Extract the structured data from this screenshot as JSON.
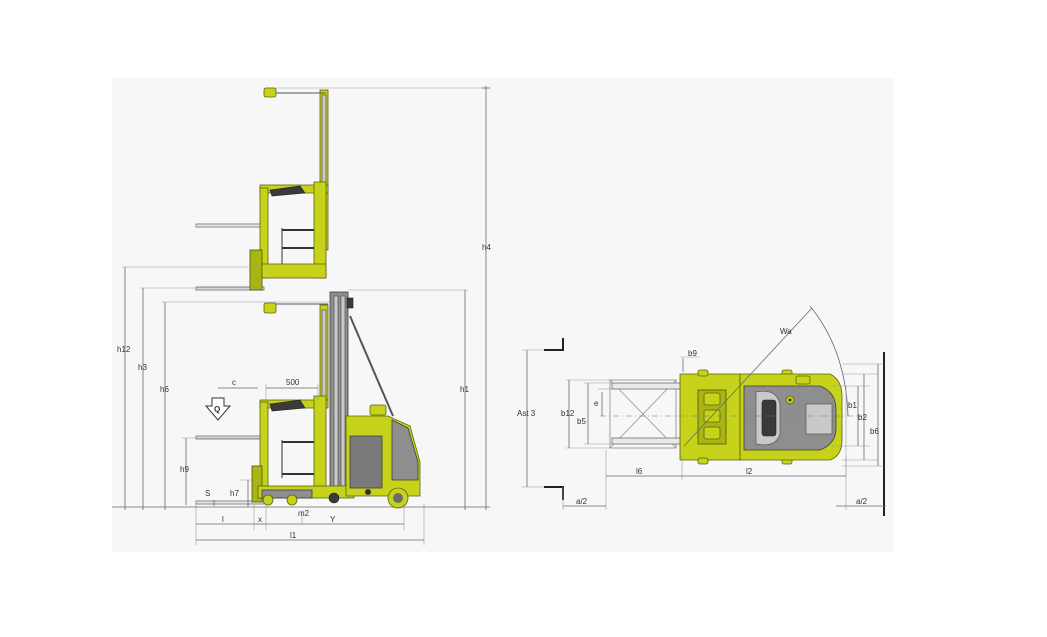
{
  "labels": {
    "h4": "h4",
    "h12": "h12",
    "h3": "h3",
    "h6": "h6",
    "h1": "h1",
    "h9": "h9",
    "c": "c",
    "d500": "500",
    "Q": "Q",
    "s": "S",
    "h7": "h7",
    "l": "l",
    "x": "x",
    "m2": "m2",
    "y": "Y",
    "l1": "l1",
    "wa": "Wa",
    "b9": "b9",
    "ast3": "Ast 3",
    "b12": "b12",
    "b5": "b5",
    "e": "e",
    "b1": "b1",
    "b2": "b2",
    "b6": "b6",
    "l6": "l6",
    "l2": "l2",
    "a2_left": "a/2",
    "a2_right": "a/2"
  },
  "colors": {
    "machine": "#c6d31a",
    "machine_dark": "#a9b612",
    "chassis_grey": "#8e8e8e",
    "background": "#f7f7f7"
  }
}
